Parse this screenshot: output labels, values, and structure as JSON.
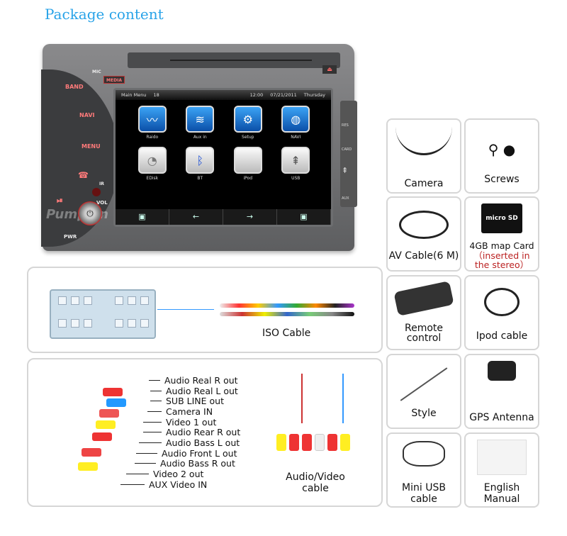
{
  "title": "Package content",
  "head_unit": {
    "buttons": {
      "band": "BAND",
      "navi": "NAVI",
      "menu": "MENU",
      "media": "MEDIA",
      "mic": "MIC",
      "ir": "IR",
      "vol": "VOL",
      "pwr": "PWR",
      "res": "RES",
      "card": "CARD",
      "aux": "AUX"
    },
    "watermark": "Pumpkin",
    "screen": {
      "status": {
        "menu": "Main Menu",
        "number": "18",
        "time": "12:00",
        "date": "07/21/2011",
        "day": "Thursday"
      },
      "apps": [
        {
          "label": "Raido",
          "icon": "radio-waveform-icon"
        },
        {
          "label": "Aux in",
          "icon": "aux-cables-icon"
        },
        {
          "label": "Setup",
          "icon": "gear-icon"
        },
        {
          "label": "NAVI",
          "icon": "globe-icon"
        },
        {
          "label": "EDisk",
          "icon": "disc-icon"
        },
        {
          "label": "BT",
          "icon": "bluetooth-icon"
        },
        {
          "label": "iPod",
          "icon": "apple-icon"
        },
        {
          "label": "USB",
          "icon": "usb-icon"
        }
      ],
      "nav": [
        "▣",
        "←",
        "→",
        "▣"
      ]
    }
  },
  "iso": {
    "label": "ISO Cable"
  },
  "av": {
    "label_line1": "Audio/Video",
    "label_line2": "cable",
    "outputs": [
      "Audio Real R out",
      "Audio Real L out",
      "SUB LINE out",
      "Camera IN",
      "Video 1 out",
      "Audio Rear R out",
      "Audio Bass L  out",
      "Audio Front L   out",
      "Audio Bass R  out",
      "Video 2  out",
      "AUX Video IN"
    ]
  },
  "items": [
    {
      "label": "Camera"
    },
    {
      "label": "Screws"
    },
    {
      "label": "AV Cable(6 M)"
    },
    {
      "label": "4GB map Card",
      "note1": "（inserted in",
      "note2": "the stereo）"
    },
    {
      "label1": "Remote",
      "label2": "control"
    },
    {
      "label": "Ipod cable"
    },
    {
      "label": "Style"
    },
    {
      "label": "GPS Antenna"
    },
    {
      "label1": "Mini USB",
      "label2": "cable"
    },
    {
      "label1": "English",
      "label2": "Manual"
    }
  ],
  "colors": {
    "title": "#29a3e8",
    "accent_red": "#b22222",
    "border": "#d6d6d6"
  }
}
